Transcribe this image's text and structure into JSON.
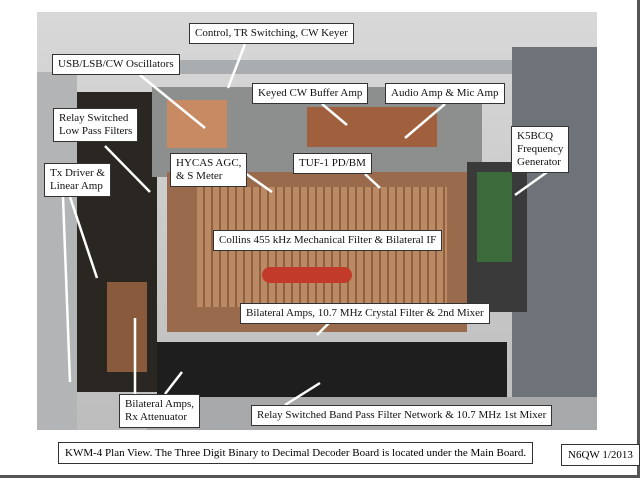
{
  "photo": {
    "labels": {
      "control": "Control, TR Switching, CW Keyer",
      "oscillators": "USB/LSB/CW Oscillators",
      "keyed_cw": "Keyed CW Buffer Amp",
      "audio": "Audio Amp & Mic Amp",
      "lpf_line1": "Relay Switched",
      "lpf_line2": "Low Pass Filters",
      "k5bcq_line1": "K5BCQ",
      "k5bcq_line2": "Frequency",
      "k5bcq_line3": "Generator",
      "hycas_line1": "HYCAS AGC,",
      "hycas_line2": "& S Meter",
      "tuf": "TUF-1 PD/BM",
      "tx_line1": "Tx Driver &",
      "tx_line2": "Linear Amp",
      "collins": "Collins 455 kHz Mechanical Filter & Bilateral IF",
      "bilateral_crystal": "Bilateral Amps, 10.7 MHz Crystal Filter & 2nd Mixer",
      "bilateral_rx_line1": "Bilateral Amps,",
      "bilateral_rx_line2": "Rx Attenuator",
      "bpf": "Relay Switched Band Pass Filter Network & 10.7 MHz 1st Mixer"
    }
  },
  "caption": "KWM-4 Plan View. The Three Digit Binary to Decimal Decoder Board is located under the Main Board.",
  "credit": "N6QW 1/2013"
}
